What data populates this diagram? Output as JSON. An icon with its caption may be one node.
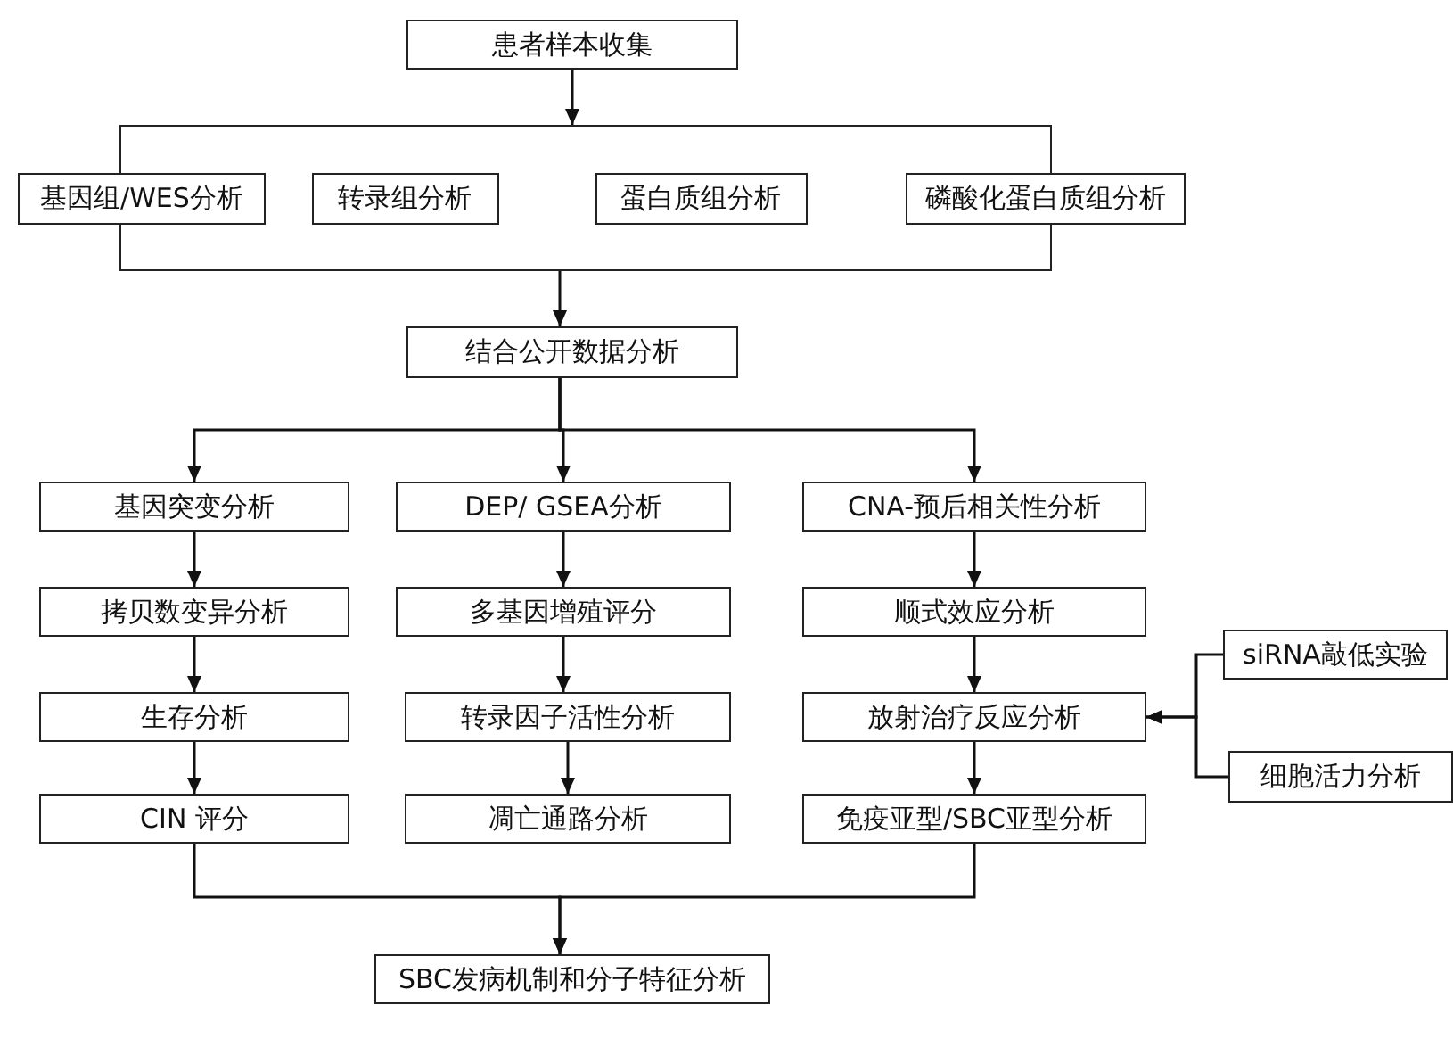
{
  "diagram": {
    "nodes": [
      {
        "text": [
          "患者样本收集"
        ]
      },
      {
        "text": [],
        "shape": "box"
      },
      {
        "text": [
          "基因组/WES分析"
        ]
      },
      {
        "text": [
          "转录组分析"
        ],
        "in": 1
      },
      {
        "text": [
          "蛋白质组分析"
        ],
        "in": 1
      },
      {
        "text": [
          "磷酸化蛋白质组分析"
        ]
      },
      {
        "text": [
          "结合公开数据分析"
        ]
      },
      {
        "text": [
          "基因突变分析"
        ]
      },
      {
        "text": [
          "DEP/ GSEA分析"
        ]
      },
      {
        "text": [
          "CNA-预后相关性分析"
        ]
      },
      {
        "text": [
          "拷贝数变异分析"
        ]
      },
      {
        "text": [
          "多基因增殖评分"
        ]
      },
      {
        "text": [
          "顺式效应分析"
        ]
      },
      {
        "text": [
          "生存分析"
        ]
      },
      {
        "text": [
          "转录因子活性分析"
        ]
      },
      {
        "text": [
          "放射治疗反应分析"
        ]
      },
      {
        "text": [
          "CIN 评分"
        ]
      },
      {
        "text": [
          "凋亡通路分析"
        ]
      },
      {
        "text": [
          "免疫亚型/SBC亚型分析"
        ]
      },
      {
        "text": [
          "siRNA敲低实验"
        ]
      },
      {
        "text": [
          "细胞活力分析"
        ]
      },
      {
        "text": [
          "SBC发病机制和分子特征分析"
        ]
      }
    ],
    "edges": [
      {
        "from": 0,
        "to": 1,
        "arrow": "to"
      },
      {
        "from": 1,
        "to": 6,
        "arrow": "to"
      },
      {
        "from": 6,
        "to": 7,
        "arrow": "to"
      },
      {
        "from": 6,
        "to": 8,
        "arrow": "to"
      },
      {
        "from": 6,
        "to": 9,
        "arrow": "to"
      },
      {
        "from": 7,
        "to": 10,
        "arrow": "to"
      },
      {
        "from": 10,
        "to": 13,
        "arrow": "to"
      },
      {
        "from": 13,
        "to": 16,
        "arrow": "to"
      },
      {
        "from": 8,
        "to": 11,
        "arrow": "to"
      },
      {
        "from": 11,
        "to": 14,
        "arrow": "to"
      },
      {
        "from": 14,
        "to": 17,
        "arrow": "to"
      },
      {
        "from": 9,
        "to": 12,
        "arrow": "to"
      },
      {
        "from": 12,
        "to": 15,
        "arrow": "to"
      },
      {
        "from": 15,
        "to": 18,
        "arrow": "to"
      },
      {
        "from": 19,
        "to": 15,
        "arrow": "to"
      },
      {
        "from": 20,
        "to": 15,
        "arrow": "to"
      },
      {
        "from": 16,
        "to": 21,
        "arrow": "to"
      },
      {
        "from": 18,
        "to": 21,
        "arrow": "to"
      }
    ]
  }
}
